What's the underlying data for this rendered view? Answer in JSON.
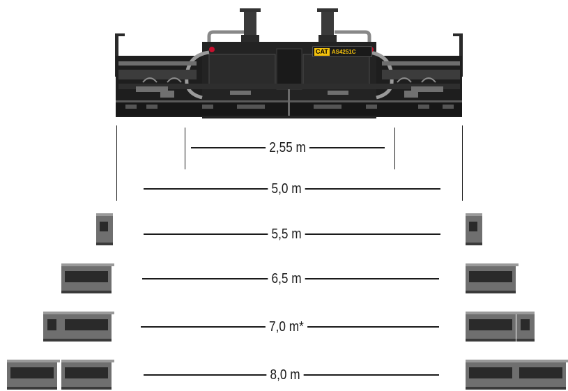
{
  "screed": {
    "badge_logo": "CAT",
    "badge_model": "AS4251C"
  },
  "dimensions": [
    {
      "label": "2,55 m"
    },
    {
      "label": "5,0 m"
    },
    {
      "label": "5,5 m"
    },
    {
      "label": "6,5 m"
    },
    {
      "label": "7,0 m*"
    },
    {
      "label": "8,0 m"
    }
  ],
  "colors": {
    "machine_dark": "#222222",
    "extension_gray": "#6f6f6f",
    "extension_window": "#2a2a2a",
    "lamp_red": "#c8102e",
    "badge_yellow": "#f4c20d"
  }
}
